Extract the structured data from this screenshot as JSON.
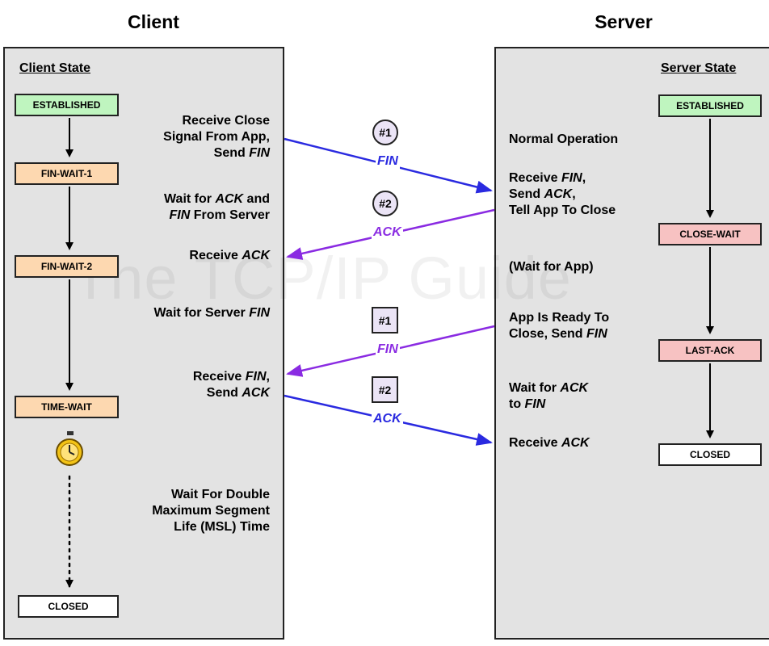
{
  "titles": {
    "client": "Client",
    "server": "Server"
  },
  "client": {
    "panel_title": "Client State",
    "states": [
      "ESTABLISHED",
      "FIN-WAIT-1",
      "FIN-WAIT-2",
      "TIME-WAIT",
      "CLOSED"
    ],
    "notes": {
      "close_signal": {
        "l1": "Receive Close",
        "l2": "Signal From App,",
        "l3a": "Send ",
        "l3b": "FIN"
      },
      "wait_ack_fin": {
        "l1a": "Wait for ",
        "l1b": "ACK",
        "l1c": " and",
        "l2a": "FIN",
        "l2b": " From Server"
      },
      "receive_ack": {
        "a": "Receive ",
        "b": "ACK"
      },
      "wait_server_fin": {
        "a": "Wait for Server ",
        "b": "FIN"
      },
      "receive_fin": {
        "l1a": "Receive ",
        "l1b": "FIN",
        "l1c": ",",
        "l2a": "Send ",
        "l2b": "ACK"
      },
      "wait_msl": {
        "l1": "Wait For Double",
        "l2": "Maximum Segment",
        "l3": "Life (MSL) Time"
      }
    }
  },
  "server": {
    "panel_title": "Server State",
    "states": [
      "ESTABLISHED",
      "CLOSE-WAIT",
      "LAST-ACK",
      "CLOSED"
    ],
    "notes": {
      "normal": "Normal Operation",
      "recv_fin": {
        "l1a": "Receive ",
        "l1b": "FIN",
        "l1c": ",",
        "l2a": "Send ",
        "l2b": "ACK",
        "l2c": ",",
        "l3": "Tell App To Close"
      },
      "wait_app": "(Wait for App)",
      "app_ready": {
        "l1": "App Is Ready To",
        "l2a": "Close, Send ",
        "l2b": "FIN"
      },
      "wait_ack": {
        "l1a": "Wait for ",
        "l1b": "ACK",
        "l2a": "to ",
        "l2b": "FIN"
      },
      "recv_ack": {
        "a": "Receive ",
        "b": "ACK"
      }
    }
  },
  "messages": [
    {
      "badge": "#1",
      "label": "FIN",
      "shape": "circle",
      "color": "#2a2ae0"
    },
    {
      "badge": "#2",
      "label": "ACK",
      "shape": "circle",
      "color": "#8a2be2"
    },
    {
      "badge": "#1",
      "label": "FIN",
      "shape": "square",
      "color": "#8a2be2"
    },
    {
      "badge": "#2",
      "label": "ACK",
      "shape": "square",
      "color": "#2a2ae0"
    }
  ],
  "watermark": "The TCP/IP Guide"
}
